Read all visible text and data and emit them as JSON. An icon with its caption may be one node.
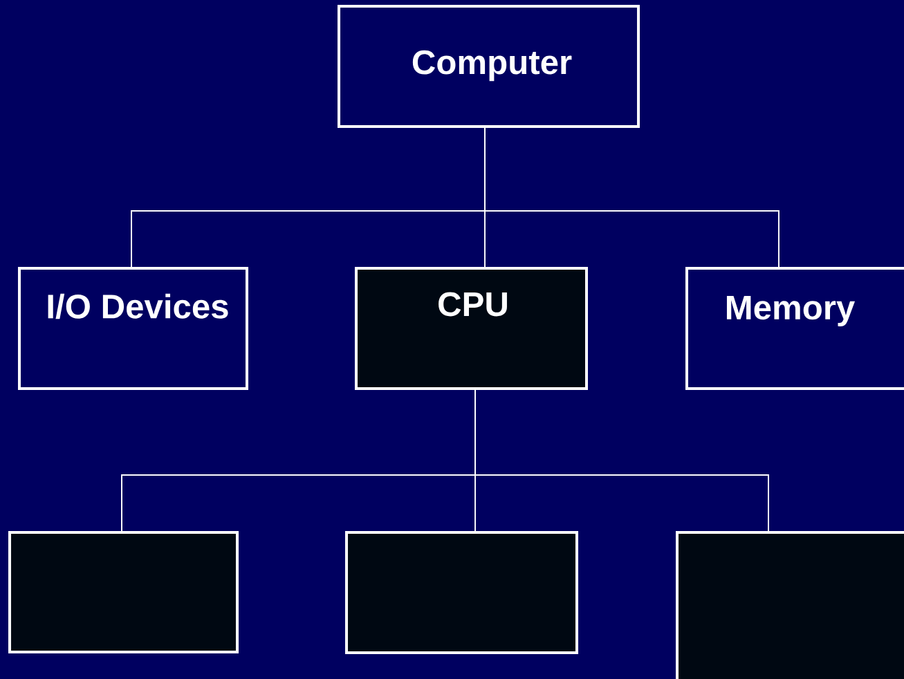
{
  "diagram": {
    "nodes": [
      {
        "text": [
          "Computer"
        ]
      },
      {
        "text": [
          "I/O Devices"
        ]
      },
      {
        "text": [
          "CPU"
        ]
      },
      {
        "text": [
          "Memory"
        ]
      },
      {
        "text": [],
        "shape": "box"
      },
      {
        "text": [],
        "shape": "box"
      },
      {
        "text": [],
        "shape": "box"
      }
    ],
    "edges": [
      {
        "from": 0,
        "to": 1,
        "arrow": "none"
      },
      {
        "from": 0,
        "to": 2,
        "arrow": "none"
      },
      {
        "from": 0,
        "to": 3,
        "arrow": "none"
      },
      {
        "from": 2,
        "to": 4,
        "arrow": "none"
      },
      {
        "from": 2,
        "to": 5,
        "arrow": "none"
      },
      {
        "from": 2,
        "to": 6,
        "arrow": "none"
      }
    ]
  }
}
